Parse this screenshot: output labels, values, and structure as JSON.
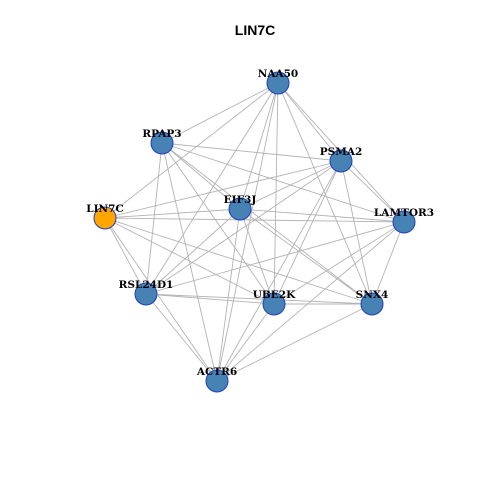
{
  "title": "LIN7C",
  "colors": {
    "node_default": "#4682b4",
    "node_highlight": "#ffa500",
    "node_border": "#1f3fbf",
    "edge": "#b3b3b3",
    "background": "#ffffff"
  },
  "nodes": [
    {
      "id": "NAA50",
      "label": "NAA50",
      "highlight": false
    },
    {
      "id": "RPAP3",
      "label": "RPAP3",
      "highlight": false
    },
    {
      "id": "PSMA2",
      "label": "PSMA2",
      "highlight": false
    },
    {
      "id": "EIF3J",
      "label": "EIF3J",
      "highlight": false
    },
    {
      "id": "LIN7C",
      "label": "LIN7C",
      "highlight": true
    },
    {
      "id": "LAMTOR3",
      "label": "LAMTOR3",
      "highlight": false
    },
    {
      "id": "RSL24D1",
      "label": "RSL24D1",
      "highlight": false
    },
    {
      "id": "UBE2K",
      "label": "UBE2K",
      "highlight": false
    },
    {
      "id": "SNX4",
      "label": "SNX4",
      "highlight": false
    },
    {
      "id": "ACTR6",
      "label": "ACTR6",
      "highlight": false
    }
  ],
  "edges": [
    [
      "NAA50",
      "RPAP3"
    ],
    [
      "NAA50",
      "EIF3J"
    ],
    [
      "NAA50",
      "LIN7C"
    ],
    [
      "NAA50",
      "LAMTOR3"
    ],
    [
      "NAA50",
      "RSL24D1"
    ],
    [
      "NAA50",
      "UBE2K"
    ],
    [
      "NAA50",
      "SNX4"
    ],
    [
      "NAA50",
      "ACTR6"
    ],
    [
      "NAA50",
      "PSMA2"
    ],
    [
      "RPAP3",
      "PSMA2"
    ],
    [
      "RPAP3",
      "EIF3J"
    ],
    [
      "RPAP3",
      "LAMTOR3"
    ],
    [
      "RPAP3",
      "RSL24D1"
    ],
    [
      "RPAP3",
      "UBE2K"
    ],
    [
      "RPAP3",
      "SNX4"
    ],
    [
      "RPAP3",
      "ACTR6"
    ],
    [
      "PSMA2",
      "LIN7C"
    ],
    [
      "PSMA2",
      "EIF3J"
    ],
    [
      "PSMA2",
      "LAMTOR3"
    ],
    [
      "PSMA2",
      "RSL24D1"
    ],
    [
      "PSMA2",
      "UBE2K"
    ],
    [
      "PSMA2",
      "SNX4"
    ],
    [
      "PSMA2",
      "ACTR6"
    ],
    [
      "EIF3J",
      "LIN7C"
    ],
    [
      "EIF3J",
      "LAMTOR3"
    ],
    [
      "EIF3J",
      "RSL24D1"
    ],
    [
      "EIF3J",
      "UBE2K"
    ],
    [
      "EIF3J",
      "SNX4"
    ],
    [
      "EIF3J",
      "ACTR6"
    ],
    [
      "LIN7C",
      "LAMTOR3"
    ],
    [
      "LIN7C",
      "RSL24D1"
    ],
    [
      "LIN7C",
      "UBE2K"
    ],
    [
      "LIN7C",
      "SNX4"
    ],
    [
      "LIN7C",
      "ACTR6"
    ],
    [
      "LAMTOR3",
      "RSL24D1"
    ],
    [
      "LAMTOR3",
      "UBE2K"
    ],
    [
      "LAMTOR3",
      "SNX4"
    ],
    [
      "LAMTOR3",
      "ACTR6"
    ],
    [
      "RSL24D1",
      "UBE2K"
    ],
    [
      "RSL24D1",
      "SNX4"
    ],
    [
      "RSL24D1",
      "ACTR6"
    ],
    [
      "UBE2K",
      "SNX4"
    ],
    [
      "UBE2K",
      "ACTR6"
    ],
    [
      "SNX4",
      "ACTR6"
    ]
  ]
}
